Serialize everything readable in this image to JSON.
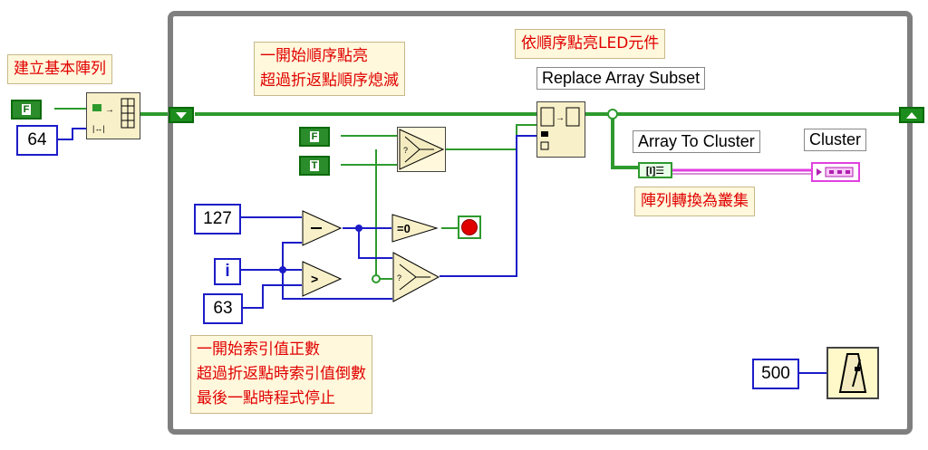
{
  "notes": {
    "build_array": "建立基本陣列",
    "sequence": "一開始順序點亮\n超過折返點順序熄滅",
    "light_led": "依順序點亮LED元件",
    "to_cluster": "陣列轉換為叢集",
    "index": "一開始索引值正數\n超過折返點時索引值倒數\n最後一點時程式停止"
  },
  "labels": {
    "replace_array_subset": "Replace Array Subset",
    "array_to_cluster": "Array To Cluster",
    "cluster": "Cluster"
  },
  "constants": {
    "array_size": "64",
    "max_index": "127",
    "turn_point": "63",
    "wait_ms": "500",
    "iteration": "i",
    "bool_false": "F",
    "bool_true": "T"
  },
  "colors": {
    "bool_wire": "#2e9a2e",
    "numeric_wire": "#1c1cc8",
    "cluster_wire": "#e040e0",
    "note_text": "#e00000",
    "frame": "#7f7f7f"
  }
}
